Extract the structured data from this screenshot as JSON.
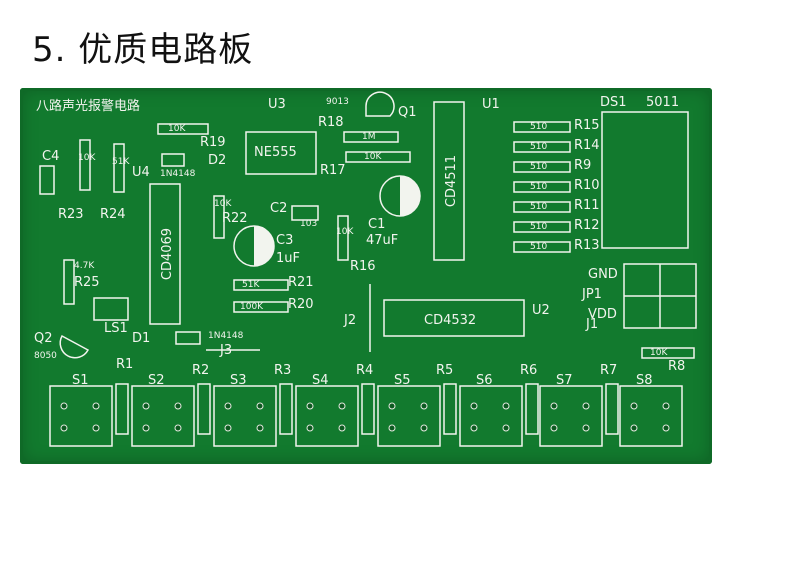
{
  "heading": "5. 优质电路板",
  "board": {
    "title": "八路声光报警电路",
    "colors": {
      "pcb": "#127a2e",
      "silk": "#f2f4ee",
      "pad": "#0c5a20"
    },
    "labels": {
      "U3": "U3",
      "ic9013": "9013",
      "Q1": "Q1",
      "U1": "U1",
      "DS1": "DS1",
      "n5011": "5011",
      "R18": "R18",
      "R19": "R19",
      "D2": "D2",
      "NE555": "NE555",
      "R17": "R17",
      "C4": "C4",
      "U4": "U4",
      "n1N4148a": "1N4148",
      "R23": "R23",
      "R24": "R24",
      "R22": "R22",
      "C2": "C2",
      "n103": "103",
      "C1": "C1",
      "n47uF": "47uF",
      "C3": "C3",
      "n1uF": "1uF",
      "CD4069": "CD4069",
      "CD4511": "CD4511",
      "n4_7K": "4.7K",
      "R25": "R25",
      "R16": "R16",
      "R21": "R21",
      "R20": "R20",
      "LS1": "LS1",
      "J2": "J2",
      "CD4532": "CD4532",
      "U2": "U2",
      "J1": "J1",
      "GND": "GND",
      "JP1": "JP1",
      "VDD": "VDD",
      "Q2": "Q2",
      "n8050": "8050",
      "D1": "D1",
      "n1N4148b": "1N4148",
      "J3": "J3",
      "R8": "R8",
      "R15": "R15",
      "R14": "R14",
      "R9": "R9",
      "R10": "R10",
      "R11": "R11",
      "R12": "R12",
      "R13": "R13",
      "n10Ka": "10K",
      "n1M": "1M",
      "n10Kb": "10K",
      "n10Kc": "10K",
      "n51Ka": "51K",
      "n51Kb": "51K",
      "n100K": "100K",
      "n10Kd": "10K",
      "n10Ke": "10K",
      "n10Kf": "10K",
      "n510": "510"
    },
    "switches": [
      "S1",
      "S2",
      "S3",
      "S4",
      "S5",
      "S6",
      "S7",
      "S8"
    ],
    "resistors_row": [
      "R1",
      "R2",
      "R3",
      "R4",
      "R5",
      "R6",
      "R7",
      "R8"
    ]
  }
}
